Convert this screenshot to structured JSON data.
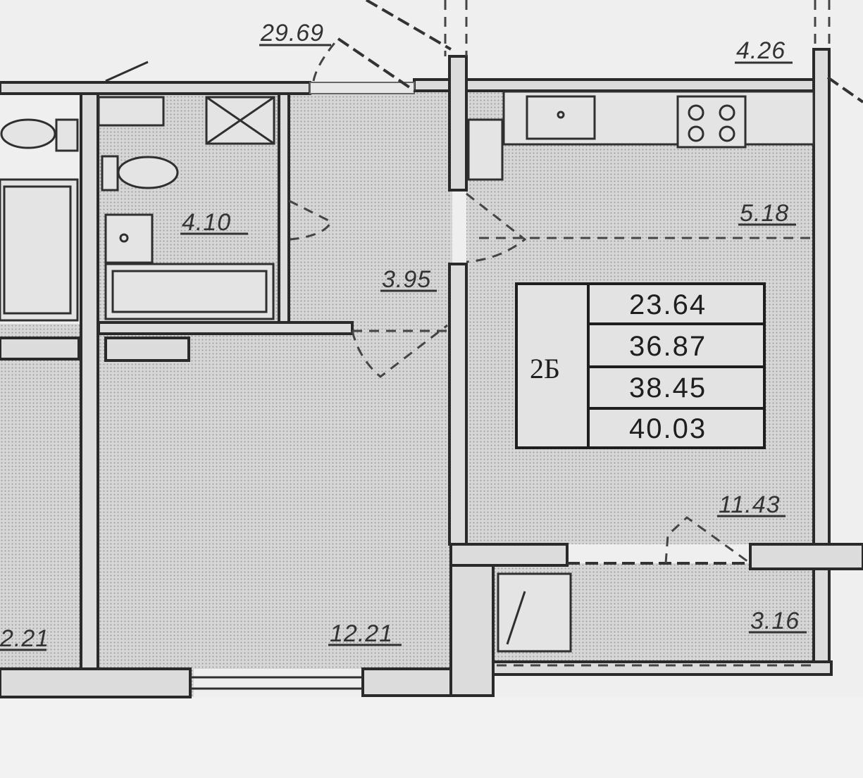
{
  "apartment": {
    "code": "2Б",
    "areas": [
      "23.64",
      "36.87",
      "38.45",
      "40.03"
    ]
  },
  "labels": {
    "top_left": "29.69",
    "top_right": "4.26",
    "bathroom": "4.10",
    "hallway": "3.95",
    "kitchen": "5.18",
    "living": "11.43",
    "bedroom": "12.21",
    "neighbor": "2.21",
    "balcony": "3.16"
  }
}
